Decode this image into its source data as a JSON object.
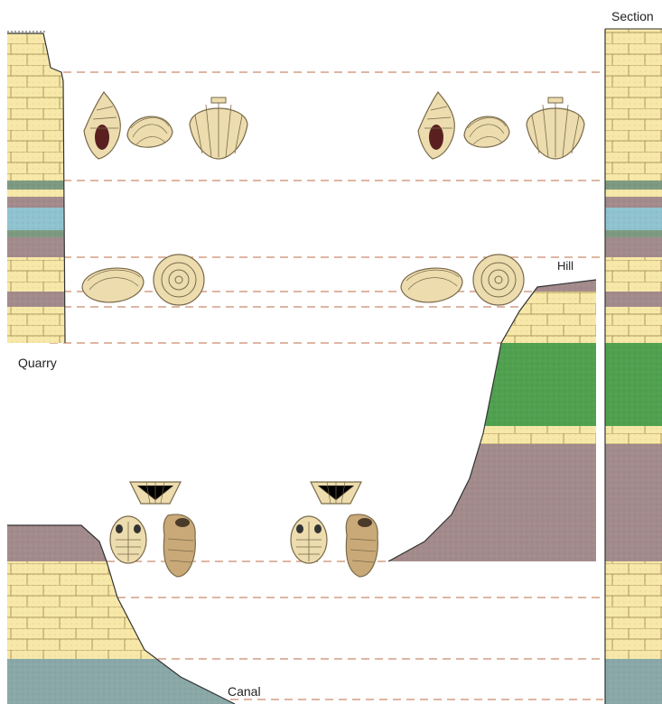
{
  "labels": {
    "section": "Section",
    "quarry": "Quarry",
    "hill": "Hill",
    "canal": "Canal"
  },
  "colors": {
    "limestone": "#f7e8a8",
    "brick_line": "#b09a60",
    "blue": "#8fc3cf",
    "purple": "#a38b8c",
    "gray_green": "#7d9a80",
    "green": "#4fa04f",
    "gray_blue": "#8aa8a8",
    "correlation_line": "#c98a6a",
    "fossil_fill": "#ecdcae",
    "fossil_line": "#7a6a4a",
    "dark_fossil": "#5a2020"
  },
  "fossil_groups": [
    {
      "name": "gastropod-bivalve-scallop-group"
    },
    {
      "name": "bivalve-ammonite-group"
    },
    {
      "name": "crinoid-trilobite-coral-group"
    }
  ]
}
